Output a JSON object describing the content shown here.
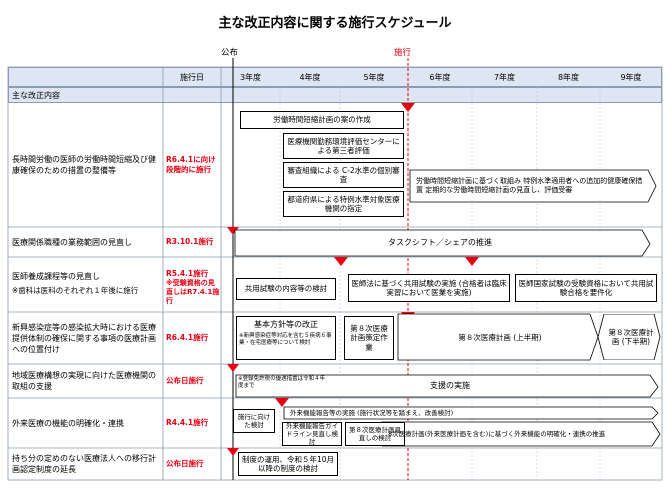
{
  "title": "主な改正内容に関する施行スケジュール",
  "markers": {
    "koufu": "公布",
    "shikou": "施行"
  },
  "header": {
    "date_col": "施行日",
    "years": [
      "3年度",
      "4年度",
      "5年度",
      "6年度",
      "7年度",
      "8年度",
      "9年度"
    ]
  },
  "section": "主な改正内容",
  "rows": [
    {
      "item": "長時間労働の医師の労働時間短縮及び健康確保のための措置の整備等",
      "date": "R6.4.1に向け段階的に施行"
    },
    {
      "item": "医療関係職種の業務範囲の見直し",
      "date": "R3.10.1施行"
    },
    {
      "item": "医師養成課程等の見直し",
      "item_note": "※歯科は医科のそれぞれ１年後に施行",
      "date": "R5.4.1施行",
      "date_note": "※受験資格の見直しはR7.4.1施行"
    },
    {
      "item": "新興感染症等の感染拡大時における医療提供体制の確保に関する事項の医療計画への位置付け",
      "date": "R6.4.1施行"
    },
    {
      "item": "地域医療構想の実現に向けた医療機関の取組の支援",
      "date": "公布日施行"
    },
    {
      "item": "外来医療の機能の明確化・連携",
      "date": "R4.4.1施行"
    },
    {
      "item": "持ち分の定めのない医療法人への移行計画認定制度の延長",
      "date": "公布日施行"
    }
  ],
  "boxes": {
    "r1a": "労働時間短縮計画の案の作成",
    "r1b": "医療機関勤務環境評価センターによる第三者評価",
    "r1c": "審査組織による C-2水準の個別審査",
    "r1d": "都道府県による特例水準対象医療機関の指定",
    "r1e": "労働時間短縮計画に基づく取組み 特例水準適用者への追加的健康確保措置 定期的な労働時間短縮計画の見直し、評価受審",
    "r2": "タスクシフト／シェアの推進",
    "r3a": "共用試験の内容等の検討",
    "r3b": "医師法に基づく共用試験の実施 (合格者は臨床実習において医業を実施)",
    "r3c": "医師国家試験の受験資格において共用試験合格を要件化",
    "r4a": "基本方針等の改正",
    "r4a_note": "※新興感染症等対応を含む５疾病６事業・在宅医療等について検討",
    "r4b": "第８次医療計画策定作業",
    "r4c": "第８次医療計画 (上半期)",
    "r4d": "第８次医療計画 (下半期)",
    "r5_note": "※登録免許税の優遇措置は令和４年度まで",
    "r5": "支援の実施",
    "r6a": "施行に向けた検討",
    "r6b": "外来機能報告等の実施 (施行状況等を踏まえ、改善検討)",
    "r6c": "外来機能報告ガイドライン見直し検討",
    "r6d": "第８次医療計画見直しの検討",
    "r6e": "8次医療計画(外来医療計画を含む)に基づく外来機能の明確化・連携の推進",
    "r7": "制度の運用、令和５年10月 以降の制度の検討"
  }
}
